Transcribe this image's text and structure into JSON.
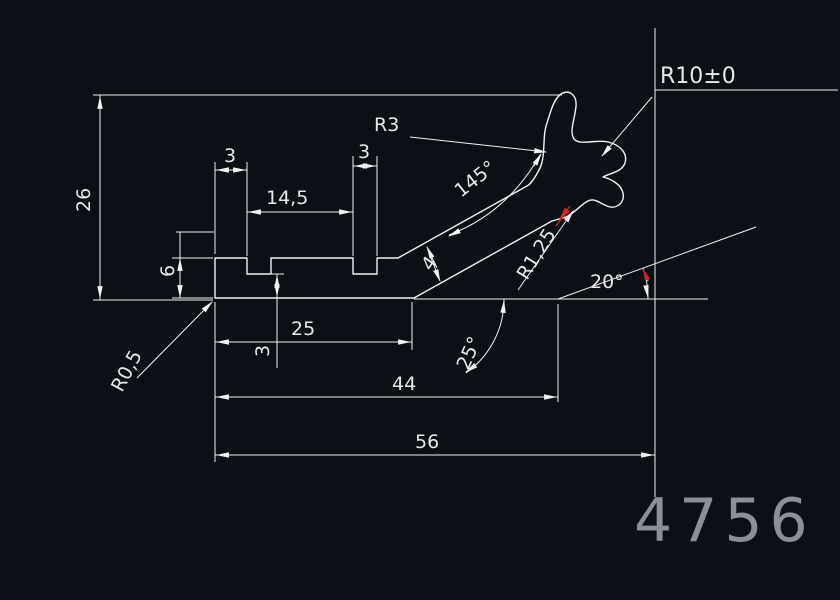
{
  "colors": {
    "background": "#0c0f15",
    "line": "#f2f2f2",
    "dim_text": "#e8e8e8",
    "red_accent": "#cf2a21",
    "part_number_color": "#8a9099"
  },
  "labels": {
    "r10": "R10±0",
    "d26": "26",
    "d6": "6",
    "d3_top_left": "3",
    "d3_top_right": "3",
    "d14_5": "14,5",
    "r3": "R3",
    "a145": "145°",
    "d4": "4",
    "r1_25": "R1,25",
    "a20": "20°",
    "a25": "25°",
    "d3_bottom": "3",
    "d25": "25",
    "d44": "44",
    "d56": "56",
    "r0_5": "R0,5"
  },
  "part_number": "4756"
}
